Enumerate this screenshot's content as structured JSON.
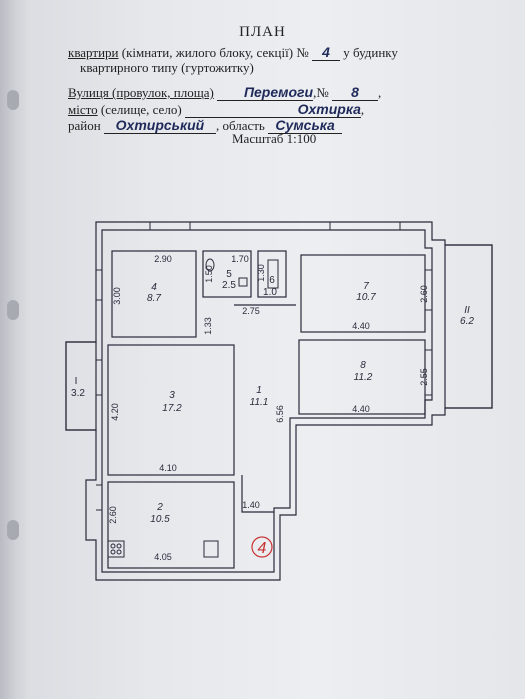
{
  "header": {
    "title": "ПЛАН",
    "line1_prefix": "квартири",
    "line1_mid": " (кімнати, жилого блоку, секції) № ",
    "apt_number": "4",
    "line1_suffix": " у будинку",
    "line2": "квартирного типу (гуртожитку)",
    "street_label": "Вулиця (провулок, площа)",
    "street_value": "Перемоги",
    "no_label": ",№",
    "house_number": "8",
    "city_label_u": "місто",
    "city_label_rest": " (селище, село)",
    "city_value": "Охтирка",
    "district_label": "район",
    "district_value": "Охтирський",
    "region_label": ", область",
    "region_value": "Сумська",
    "scale": "Масштаб 1:100"
  },
  "rooms": [
    {
      "id": "1",
      "area": "11.1"
    },
    {
      "id": "2",
      "area": "10.5"
    },
    {
      "id": "3",
      "area": "17.2"
    },
    {
      "id": "4",
      "area": "8.7"
    },
    {
      "id": "5",
      "area": "2.5"
    },
    {
      "id": "6",
      "area": "1.0"
    },
    {
      "id": "7",
      "area": "10.7"
    },
    {
      "id": "8",
      "area": "11.2"
    },
    {
      "id": "I",
      "area": "3.2"
    },
    {
      "id": "II",
      "area": "6.2"
    }
  ],
  "dimensions": {
    "d_290": "2.90",
    "d_300": "3.00",
    "d_170": "1.70",
    "d_150": "1.50",
    "d_130": "1.30",
    "d_275": "2.75",
    "d_133": "1.33",
    "d_260a": "2.60",
    "d_440a": "4.40",
    "d_255": "2.55",
    "d_440b": "4.40",
    "d_420": "4.20",
    "d_410": "4.10",
    "d_656": "6.56",
    "d_140": "1.40",
    "d_260b": "2.60",
    "d_405": "4.05"
  },
  "apartment_marker": "4",
  "colors": {
    "ink": "#2a2a3a",
    "marker": "#c83232",
    "handwriting": "#1f2a5a"
  }
}
